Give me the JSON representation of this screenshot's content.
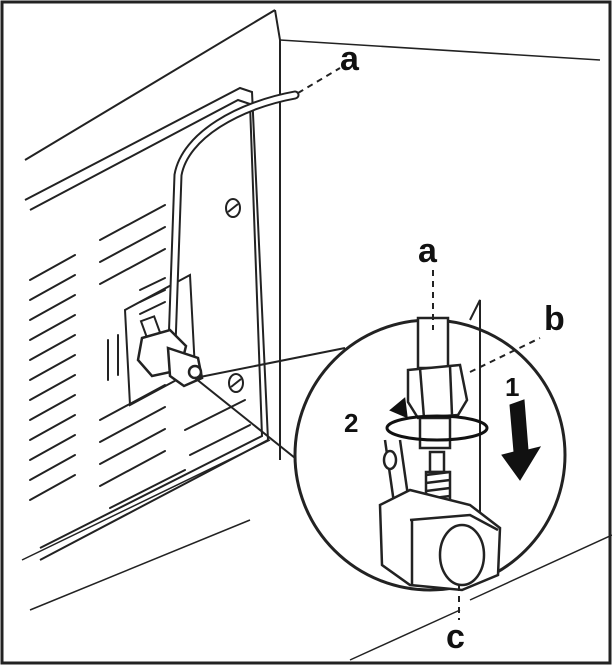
{
  "callouts": {
    "a_top": "a",
    "a_zoom": "a",
    "b": "b",
    "c": "c",
    "step1": "1",
    "step2": "2"
  },
  "colors": {
    "line": "#222222",
    "background": "#ffffff",
    "arrow": "#111111"
  }
}
